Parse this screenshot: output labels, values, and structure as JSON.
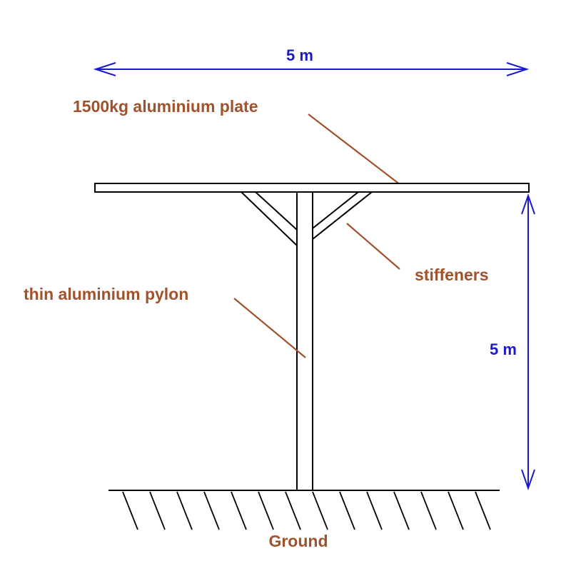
{
  "colors": {
    "label": "#a0522d",
    "dimension": "#1a1acc",
    "structure": "#000000"
  },
  "labels": {
    "plate": "1500kg aluminium plate",
    "stiffeners": "stiffeners",
    "pylon": "thin aluminium pylon",
    "ground": "Ground"
  },
  "dimensions": {
    "width": "5 m",
    "height": "5 m"
  }
}
